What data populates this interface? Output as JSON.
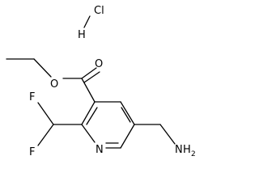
{
  "molecule": {
    "colors": {
      "bond": "#000000",
      "label": "#000000",
      "background": "#ffffff"
    },
    "atom_labels": {
      "cl": "Cl",
      "h": "H",
      "o_ester": "O",
      "o_carbonyl": "O",
      "f_upper": "F",
      "f_lower": "F",
      "n_ring": "N",
      "amine_n": "N",
      "amine_h": "H",
      "amine_sub": "2"
    }
  }
}
